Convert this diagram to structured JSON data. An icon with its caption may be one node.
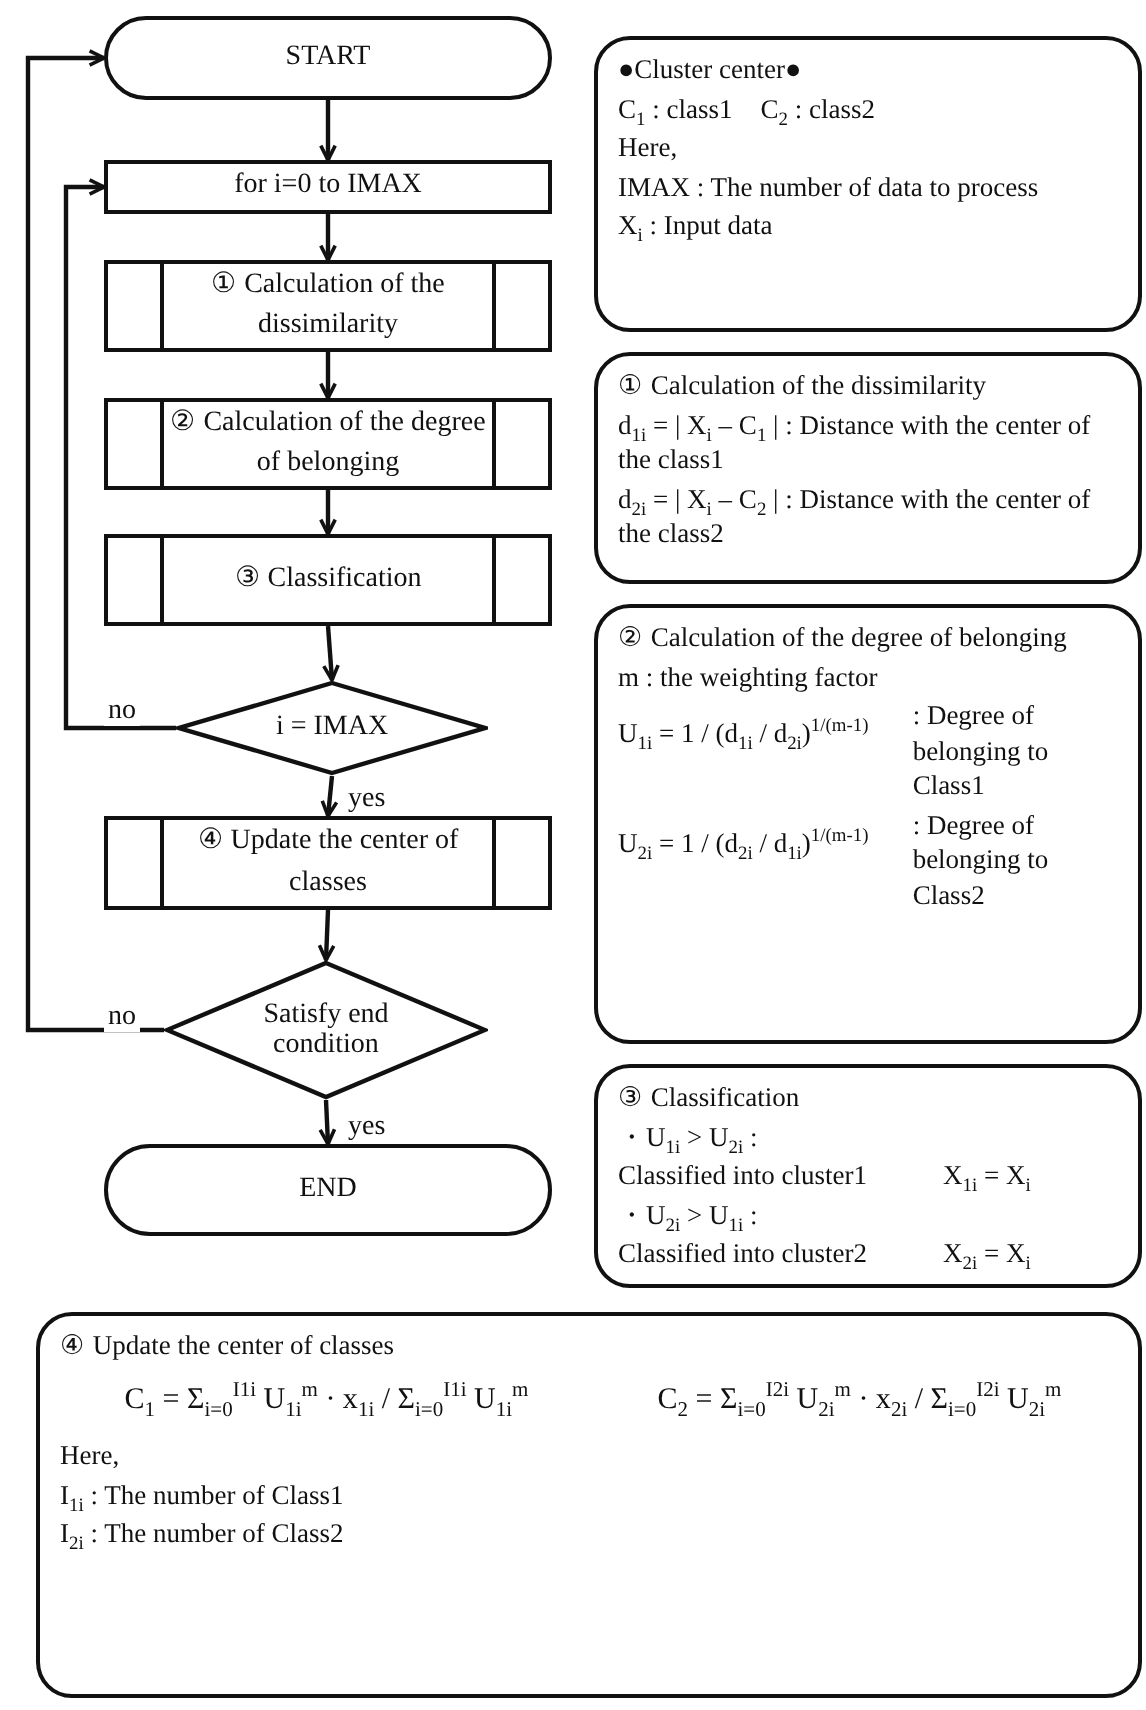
{
  "diagram": {
    "nodes": [
      {
        "text": [
          "START"
        ]
      },
      {
        "text": [
          "for i=0 to IMAX"
        ]
      },
      {
        "text": [
          "① Calculation of the dissimilarity"
        ]
      },
      {
        "text": [
          "② Calculation of the degree of belonging"
        ]
      },
      {
        "text": [
          "③ Classification"
        ]
      },
      {
        "text": [
          "i = IMAX"
        ]
      },
      {
        "text": [
          "④ Update the center of classes"
        ]
      },
      {
        "text": [
          "Satisfy end condition"
        ]
      },
      {
        "text": [
          "END"
        ]
      },
      {
        "text": [
          "●Cluster center●",
          "C$_{1}$ : class1　C$_{2}$ : class2",
          "Here,",
          "IMAX : The number of data to process",
          "X$_{i}$ : Input data"
        ]
      },
      {
        "text": [
          "① Calculation of the dissimilarity",
          "d$_{1i}$ = | X$_{i}$ – C$_{1}$ | : Distance with the center of the class1",
          "d$_{2i}$ = | X$_{i}$ – C$_{2}$ | : Distance with the center of the class2"
        ]
      },
      {
        "text": [
          "② Calculation of the degree of belonging",
          "m : the weighting factor",
          "U$_{1i}$ = 1 / (d$_{1i}$ / d$_{2i}$)$^{1/(m-1)}$",
          ": Degree of belonging to Class1",
          "U$_{2i}$ = 1 / (d$_{2i}$ / d$_{1i}$)$^{1/(m-1)}$",
          ": Degree of belonging to Class2"
        ]
      },
      {
        "text": [
          "③ Classification",
          "・U$_{1i}$ > U$_{2i}$ :",
          "Classified into cluster1",
          "X$_{1i}$ = X$_{i}$",
          "・U$_{2i}$ > U$_{1i}$ :",
          "Classified into cluster2",
          "X$_{2i}$ = X$_{i}$"
        ]
      },
      {
        "text": [
          "④ Update the center of classes",
          "C$_{1}$ = Σ$_{i=0}$$^{I1i}$ U$_{1i}$$^{m}$ · x$_{1i}$ / Σ$_{i=0}$$^{I1i}$ U$_{1i}$$^{m}$",
          "C$_{2}$ = Σ$_{i=0}$$^{I2i}$ U$_{2i}$$^{m}$ · x$_{2i}$ / Σ$_{i=0}$$^{I2i}$ U$_{2i}$$^{m}$",
          "Here,",
          "I$_{1i}$ : The number of Class1",
          "I$_{2i}$ : The number of Class2"
        ]
      }
    ],
    "edges": [
      {
        "from": 0,
        "to": 1,
        "arrow": "to"
      },
      {
        "from": 1,
        "to": 2,
        "arrow": "to"
      },
      {
        "from": 2,
        "to": 3,
        "arrow": "to"
      },
      {
        "from": 3,
        "to": 4,
        "arrow": "to"
      },
      {
        "from": 4,
        "to": 5,
        "arrow": "to"
      },
      {
        "from": 5,
        "to": 1,
        "arrow": "to",
        "label": "no"
      },
      {
        "from": 5,
        "to": 6,
        "arrow": "to",
        "label": "yes"
      },
      {
        "from": 6,
        "to": 7,
        "arrow": "to"
      },
      {
        "from": 7,
        "to": 0,
        "arrow": "to",
        "label": "no"
      },
      {
        "from": 7,
        "to": 8,
        "arrow": "to",
        "label": "yes"
      }
    ]
  }
}
